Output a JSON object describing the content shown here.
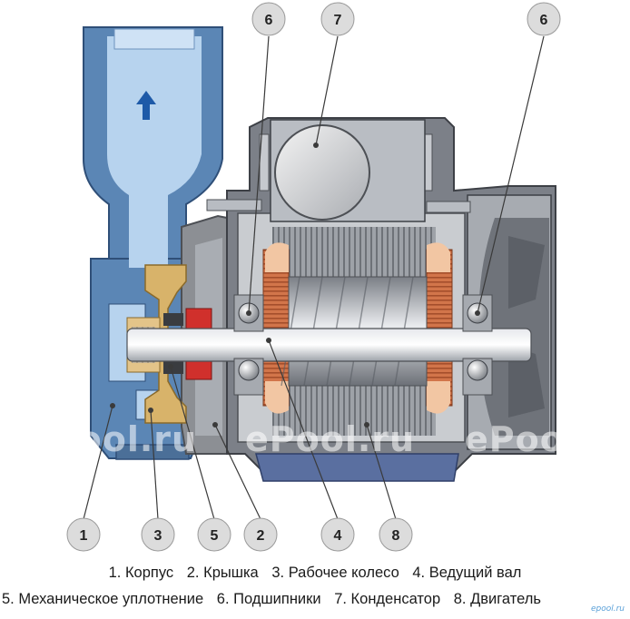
{
  "callouts": {
    "c1": "1",
    "c2": "2",
    "c3": "3",
    "c4": "4",
    "c5": "5",
    "c6a": "6",
    "c6b": "6",
    "c7": "7",
    "c8": "8"
  },
  "legend": {
    "line1": [
      "1. Корпус",
      "2. Крышка",
      "3. Рабочее колесо",
      "4. Ведущий вал"
    ],
    "line2": [
      "5. Механическое уплотнение",
      "6. Подшипники",
      "7. Конденсатор",
      "8. Двигатель"
    ]
  },
  "watermark": "ePool.ru",
  "corner_logo": "epool.ru",
  "colors": {
    "pump_body": "#5b86b5",
    "water": "#b7d3ee",
    "motor_gray": "#8c8f94",
    "copper": "#d2754a",
    "impeller_brass": "#d8b36a",
    "seal_red": "#d0302c",
    "callout_fill": "#dcdcdc",
    "flow_arrow": "#1e5aa8"
  },
  "icons": {
    "flow": "arrow-up-icon"
  }
}
